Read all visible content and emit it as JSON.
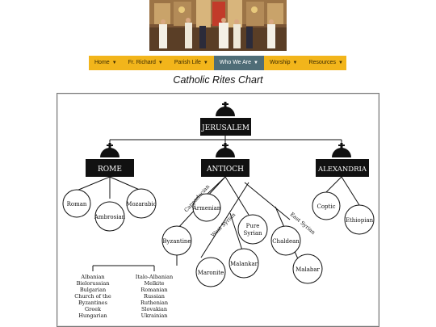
{
  "nav": {
    "items": [
      {
        "label": "Home",
        "arrow": "▼"
      },
      {
        "label": "Fr. Richard",
        "arrow": "▼"
      },
      {
        "label": "Parish Life",
        "arrow": "▼"
      },
      {
        "label": "Who We Are",
        "arrow": "▼",
        "active": true
      },
      {
        "label": "Worship",
        "arrow": "▼"
      },
      {
        "label": "Resources",
        "arrow": "▼"
      }
    ]
  },
  "page": {
    "title": "Catholic Rites Chart"
  },
  "diagram": {
    "root": "JERUSALEM",
    "sees": [
      "ROME",
      "ANTIOCH",
      "ALEXANDRIA"
    ],
    "rome_rites": [
      "Roman",
      "Ambrosian",
      "Mozarabic"
    ],
    "alexandria_rites": [
      "Coptic",
      "Ethiopian"
    ],
    "antioch_rites": {
      "armenian": "Armenian",
      "byzantine": "Byzantine",
      "pure_syrian": [
        "Pure",
        "Syrian"
      ],
      "chaldean": "Chaldean",
      "maronite": "Maronite",
      "malankar": "Malankar",
      "malabar": "Malabar"
    },
    "branch_labels": {
      "cappadocian": "Cappadocian",
      "west_syrian": "West Syrian",
      "east_syrian": "East Syrian"
    },
    "byzantine_list_1": [
      "Albanian",
      "Bielorussian",
      "Bulgarian",
      "Church of the",
      "Byzantines",
      "Greek",
      "Hungarian"
    ],
    "byzantine_list_2": [
      "Italo-Albanian",
      "Melkite",
      "Romanian",
      "Russian",
      "Ruthenian",
      "Slovakian",
      "Ukrainian"
    ]
  },
  "colors": {
    "nav_bg": "#f2b51b",
    "nav_active": "#4f6d77",
    "label_box": "#111111"
  }
}
